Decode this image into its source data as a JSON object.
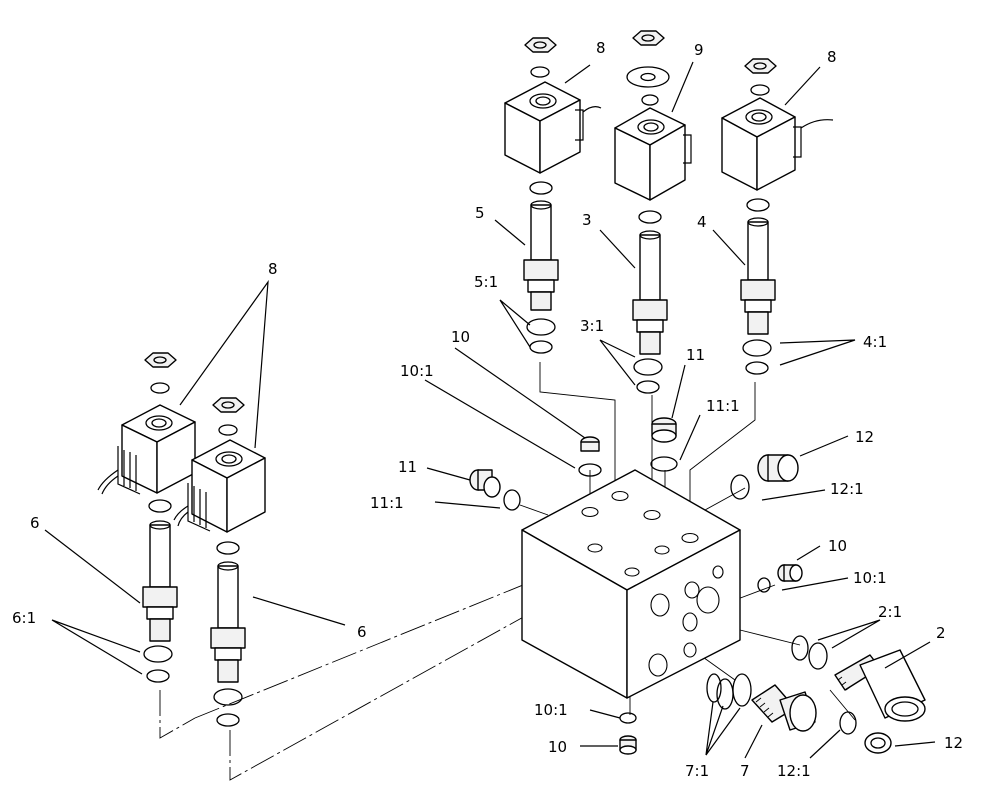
{
  "callouts": {
    "c1": "8",
    "c2": "9",
    "c3": "8",
    "c4": "5",
    "c5": "3",
    "c6": "4",
    "c7": "5:1",
    "c8": "3:1",
    "c9": "4:1",
    "c10": "8",
    "c11": "10",
    "c12": "10:1",
    "c13": "11",
    "c14": "11:1",
    "c15": "12",
    "c16": "12:1",
    "c17": "11",
    "c18": "11:1",
    "c19": "10",
    "c20": "10:1",
    "c21": "6",
    "c22": "6",
    "c23": "6:1",
    "c24": "2:1",
    "c25": "2",
    "c26": "10:1",
    "c27": "10",
    "c28": "7:1",
    "c29": "7",
    "c30": "12:1",
    "c31": "12"
  }
}
